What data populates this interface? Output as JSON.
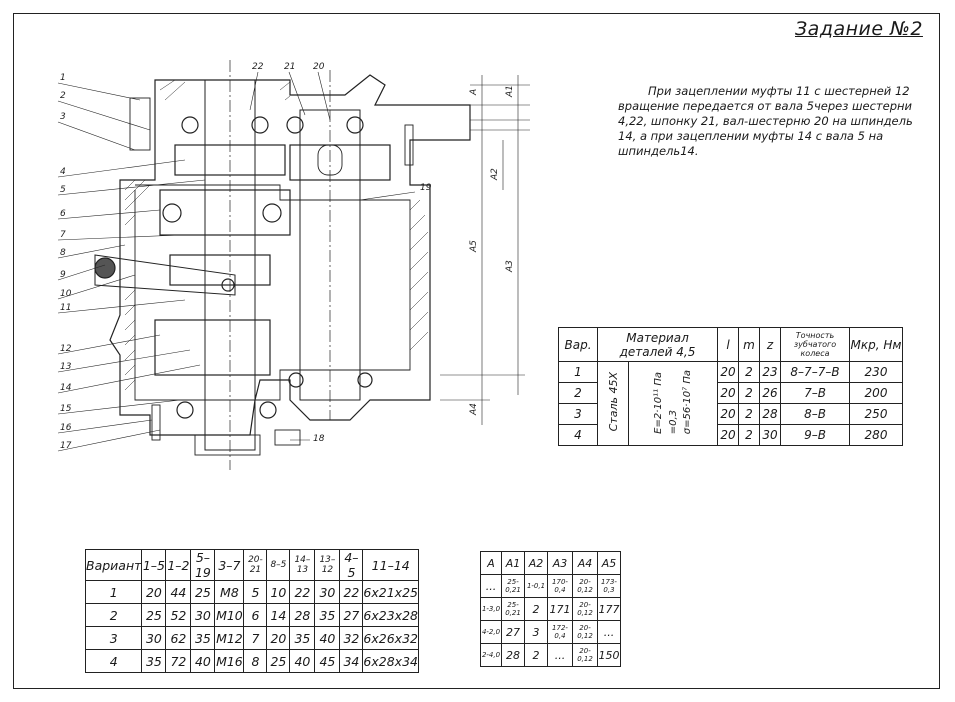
{
  "title": "Задание №2",
  "description": "При зацеплении муфты 11 с шестерней 12 вращение передается от вала 5через шестерни 4,22, шпонку 21, вал-шестерню 20 на шпиндель 14, а при зацеплении муфты 14 с вала 5 на шпиндель14.",
  "drawing": {
    "left_labels": [
      "1",
      "2",
      "3",
      "4",
      "5",
      "6",
      "7",
      "8",
      "9",
      "10",
      "11",
      "12",
      "13",
      "14",
      "15",
      "16",
      "17"
    ],
    "top_labels": [
      "22",
      "21",
      "20"
    ],
    "side_labels": [
      "19",
      "18"
    ],
    "dims": [
      "A",
      "A1",
      "A2",
      "A3",
      "A4",
      "A5"
    ]
  },
  "variant_table": {
    "headers": {
      "var": "Вар.",
      "material": "Материал деталей 4,5",
      "l": "l",
      "m": "m",
      "z": "z",
      "accuracy": "Точность зубчатого колеса",
      "mkr": "Мкр, Нм"
    },
    "steel": "Сталь 45Х",
    "props": [
      "Е=2·10¹¹ Па",
      "=0,3",
      "σ=56·10⁷ Па"
    ],
    "rows": [
      {
        "var": "1",
        "l": "20",
        "m": "2",
        "z": "23",
        "acc": "8–7–7–В",
        "mkr": "230"
      },
      {
        "var": "2",
        "l": "20",
        "m": "2",
        "z": "26",
        "acc": "7–В",
        "mkr": "200"
      },
      {
        "var": "3",
        "l": "20",
        "m": "2",
        "z": "28",
        "acc": "8–В",
        "mkr": "250"
      },
      {
        "var": "4",
        "l": "20",
        "m": "2",
        "z": "30",
        "acc": "9–В",
        "mkr": "280"
      }
    ]
  },
  "dim_table1": {
    "headers": [
      "Вариант",
      "1–5",
      "1–2",
      "5–19",
      "3–7",
      "20-21",
      "8–5",
      "14–13",
      "13–12",
      "4–5",
      "11–14"
    ],
    "rows": [
      [
        "1",
        "20",
        "44",
        "25",
        "М8",
        "5",
        "10",
        "22",
        "30",
        "22",
        "6х21х25"
      ],
      [
        "2",
        "25",
        "52",
        "30",
        "М10",
        "6",
        "14",
        "28",
        "35",
        "27",
        "6х23х28"
      ],
      [
        "3",
        "30",
        "62",
        "35",
        "М12",
        "7",
        "20",
        "35",
        "40",
        "32",
        "6х26х32"
      ],
      [
        "4",
        "35",
        "72",
        "40",
        "М16",
        "8",
        "25",
        "40",
        "45",
        "34",
        "6х28х34"
      ]
    ]
  },
  "dim_table2": {
    "headers": [
      "A",
      "A1",
      "A2",
      "A3",
      "A4",
      "A5"
    ],
    "rows": [
      [
        "...",
        "25-0,21",
        "1-0,1",
        "170-0,4",
        "20-0,12",
        "173-0,3"
      ],
      [
        "1-3,0",
        "25-0,21",
        "2",
        "171",
        "20-0,12",
        "177"
      ],
      [
        "4-2,0",
        "27",
        "3",
        "172-0,4",
        "20-0,12",
        "..."
      ],
      [
        "2-4,0",
        "28",
        "2",
        "...",
        "20-0,12",
        "150"
      ]
    ]
  }
}
